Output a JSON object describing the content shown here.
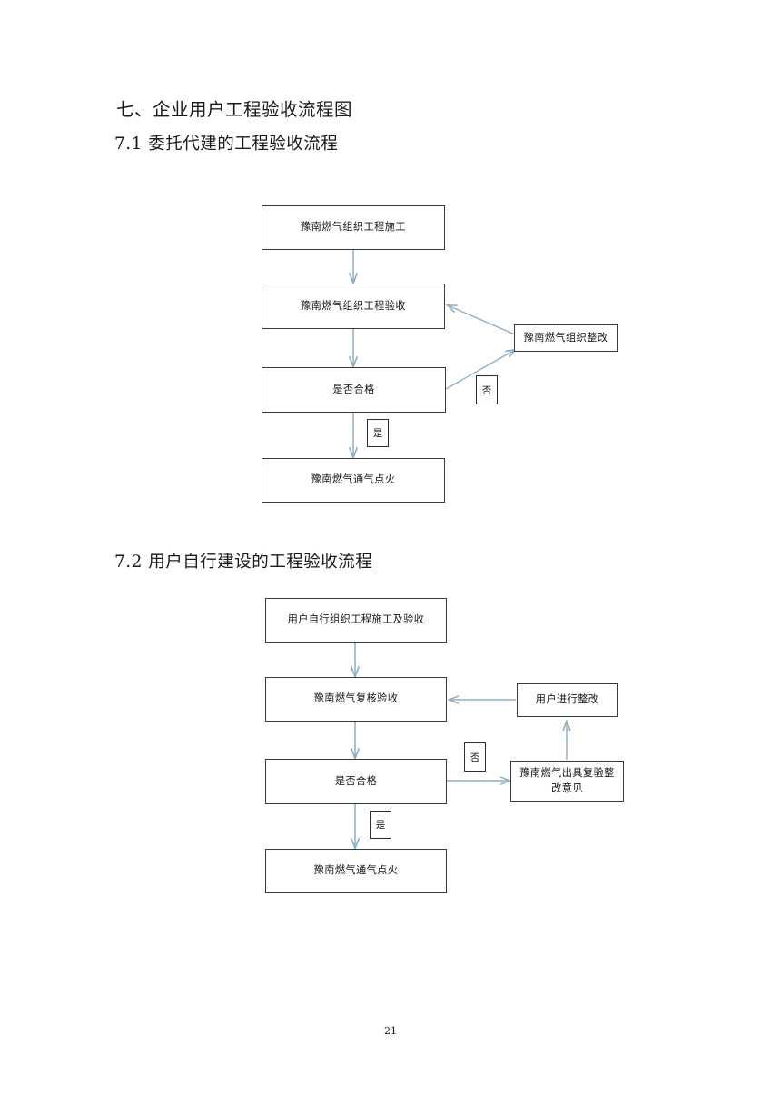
{
  "document": {
    "page_number": "21",
    "heading_main": "七、企业用户工程验收流程图",
    "accent_line_color": "#8fadc2",
    "box_border_color": "#3a3a3a"
  },
  "sections": [
    {
      "heading": "7.1 委托代建的工程验收流程",
      "flow": {
        "nodes": [
          {
            "id": "n1",
            "label": "豫南燃气组织工程施工"
          },
          {
            "id": "n2",
            "label": "豫南燃气组织工程验收"
          },
          {
            "id": "n3",
            "label": "是否合格"
          },
          {
            "id": "n4",
            "label": "豫南燃气通气点火"
          },
          {
            "id": "n5",
            "label": "豫南燃气组织整改"
          }
        ],
        "labels": [
          {
            "id": "l1",
            "label": "否"
          },
          {
            "id": "l2",
            "label": "是"
          }
        ],
        "edges": [
          {
            "from": "n1",
            "to": "n2",
            "label": ""
          },
          {
            "from": "n2",
            "to": "n3",
            "label": ""
          },
          {
            "from": "n3",
            "to": "n5",
            "label": "否"
          },
          {
            "from": "n5",
            "to": "n2",
            "label": ""
          },
          {
            "from": "n3",
            "to": "n4",
            "label": "是"
          }
        ]
      }
    },
    {
      "heading": "7.2 用户自行建设的工程验收流程",
      "flow": {
        "nodes": [
          {
            "id": "m1",
            "label": "用户自行组织工程施工及验收"
          },
          {
            "id": "m2",
            "label": "豫南燃气复核验收"
          },
          {
            "id": "m3",
            "label": "是否合格"
          },
          {
            "id": "m4",
            "label": "豫南燃气通气点火"
          },
          {
            "id": "m5",
            "label": "用户进行整改"
          },
          {
            "id": "m6",
            "label": "豫南燃气出具复验整改意见"
          }
        ],
        "labels": [
          {
            "id": "k1",
            "label": "否"
          },
          {
            "id": "k2",
            "label": "是"
          }
        ],
        "edges": [
          {
            "from": "m1",
            "to": "m2",
            "label": ""
          },
          {
            "from": "m2",
            "to": "m3",
            "label": ""
          },
          {
            "from": "m3",
            "to": "m6",
            "label": "否"
          },
          {
            "from": "m6",
            "to": "m5",
            "label": ""
          },
          {
            "from": "m5",
            "to": "m2",
            "label": ""
          },
          {
            "from": "m3",
            "to": "m4",
            "label": "是"
          }
        ]
      }
    }
  ]
}
